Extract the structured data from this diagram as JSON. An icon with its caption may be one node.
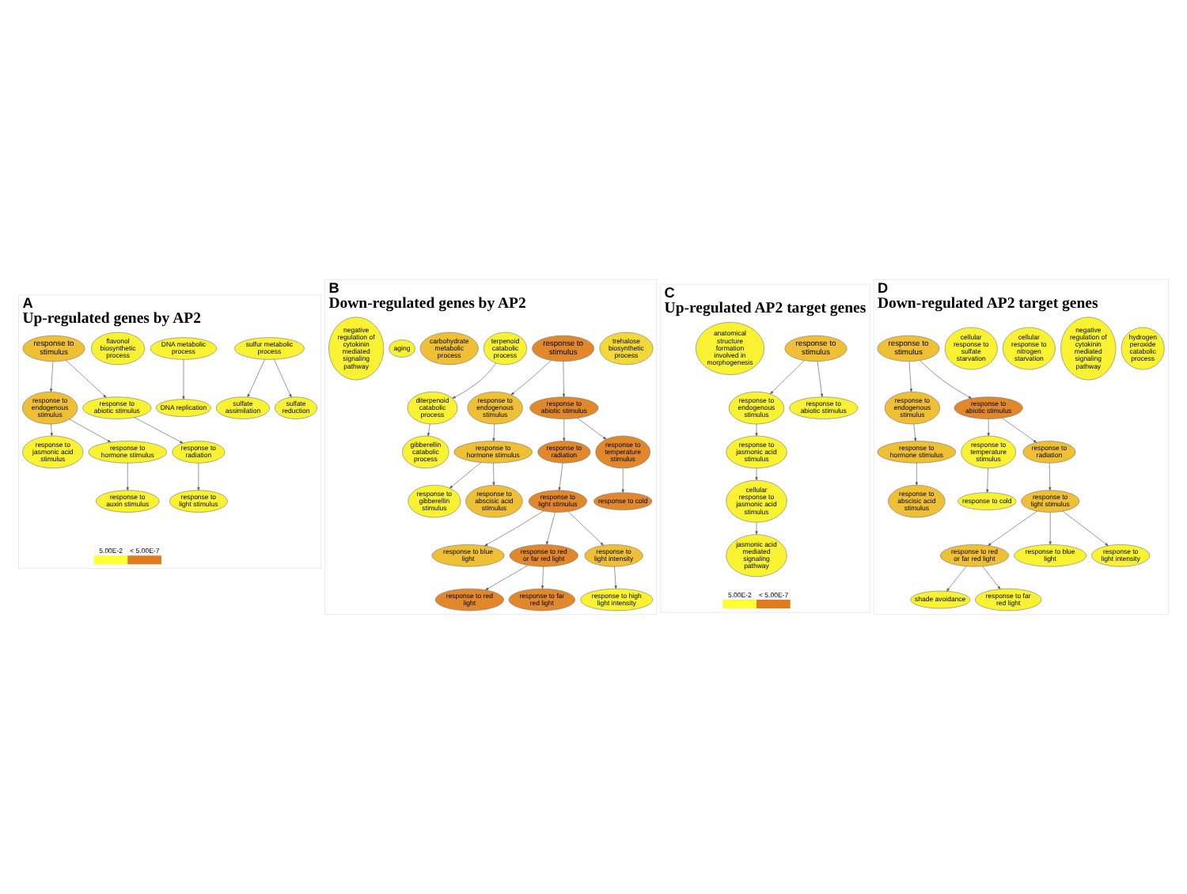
{
  "diagram": {
    "nodes": [
      {
        "text": [
          "A",
          "Up-regulated genes by AP2"
        ]
      },
      {
        "text": [
          "sulfur metabolic process"
        ],
        "in": 0
      },
      {
        "text": [
          "sulfate assimilation"
        ],
        "in": 0
      },
      {
        "text": [
          "sulfate reduction"
        ],
        "in": 0
      },
      {
        "text": [
          "DNA metabolic process"
        ],
        "in": 0
      },
      {
        "text": [
          "DNA replication"
        ],
        "in": 0
      },
      {
        "text": [
          "flavonol biosynthetic process"
        ],
        "in": 0
      },
      {
        "text": [
          "response to stimulus"
        ],
        "in": 0
      },
      {
        "text": [
          "response to endogenous stimulus"
        ],
        "in": 0
      },
      {
        "text": [
          "response to jasmonic acid stimulus"
        ],
        "in": 0
      },
      {
        "text": [
          "response to abiotic stimulus"
        ],
        "in": 0
      },
      {
        "text": [
          "response to radiation"
        ],
        "in": 0
      },
      {
        "text": [
          "response to hormone stimulus"
        ],
        "in": 0
      },
      {
        "text": [
          "response to light stimulus"
        ],
        "in": 0
      },
      {
        "text": [
          "response to auxin stimulus"
        ],
        "in": 0
      },
      {
        "text": [
          "B",
          "Down-regulated genes by AP2"
        ]
      },
      {
        "text": [
          "trehalose biosynthetic process"
        ],
        "in": 15
      },
      {
        "text": [
          "response to stimulus"
        ],
        "in": 15
      },
      {
        "text": [
          "terpenoid catabolic process"
        ],
        "in": 15
      },
      {
        "text": [
          "diterpenoid catabolic process"
        ],
        "in": 15
      },
      {
        "text": [
          "carbohydrate metabolic process"
        ],
        "in": 15
      },
      {
        "text": [
          "response to endogenous stimulus"
        ],
        "in": 15
      },
      {
        "text": [
          "gibberellin catabolic process"
        ],
        "in": 15
      },
      {
        "text": [
          "aging"
        ],
        "in": 15
      },
      {
        "text": [
          "response to abiotic stimulus"
        ],
        "in": 15
      },
      {
        "text": [
          "response to hormone stimulus"
        ],
        "in": 15
      },
      {
        "text": [
          "response to gibberellin stimulus"
        ],
        "in": 15
      },
      {
        "text": [
          "response to radiation"
        ],
        "in": 15
      },
      {
        "text": [
          "response to temperature stimulus"
        ],
        "in": 15
      },
      {
        "text": [
          "response to abscisic acid stimulus"
        ],
        "in": 15
      },
      {
        "text": [
          "response to light stimulus"
        ],
        "in": 15
      },
      {
        "text": [
          "response to cold"
        ],
        "in": 15
      },
      {
        "text": [
          "response to blue light"
        ],
        "in": 15
      },
      {
        "text": [
          "negative regulation of cytokinin mediated signaling pathway"
        ],
        "in": 15
      },
      {
        "text": [
          "response to red or far red light"
        ],
        "in": 15
      },
      {
        "text": [
          "response to light intensity"
        ],
        "in": 15
      },
      {
        "text": [
          "response to red light"
        ],
        "in": 15
      },
      {
        "text": [
          "response to far red light"
        ],
        "in": 15
      },
      {
        "text": [
          "response to high light intensity"
        ],
        "in": 15
      },
      {
        "text": [
          "C",
          "Up-regulated AP2 target genes"
        ]
      },
      {
        "text": [
          "response to endogenous stimulus"
        ],
        "in": 39
      },
      {
        "text": [
          "cellular response to jasmonic acid stimulus"
        ],
        "in": 39
      },
      {
        "text": [
          "response to stimulus"
        ],
        "in": 39
      },
      {
        "text": [
          "response to jasmonic acid stimulus"
        ],
        "in": 39
      },
      {
        "text": [
          "anatomical structure formation involved in morphogenesis"
        ],
        "in": 39
      },
      {
        "text": [
          "response to abiotic stimulus"
        ],
        "in": 39
      },
      {
        "text": [
          "jasmonic acid mediated signaling pathway"
        ],
        "in": 39
      },
      {
        "text": [
          "D",
          "Down-regulated AP2 target genes"
        ]
      },
      {
        "text": [
          "hydrogen peroxide catabolic process"
        ],
        "in": 47
      },
      {
        "text": [
          "response to abscisic acid stimulus"
        ],
        "in": 47
      },
      {
        "text": [
          "negative regulation of cytokinin mediated signaling pathway"
        ],
        "in": 47
      },
      {
        "text": [
          "cellular response to nitrogen starvation"
        ],
        "in": 47
      },
      {
        "text": [
          "response to hormone stimulus"
        ],
        "in": 47
      },
      {
        "text": [
          "shade avoidance"
        ],
        "in": 47
      },
      {
        "text": [
          "cellular response to sulfate starvation"
        ],
        "in": 47
      },
      {
        "text": [
          "response to endogenous stimulus"
        ],
        "in": 47
      },
      {
        "text": [
          "response to cold"
        ],
        "in": 47
      },
      {
        "text": [
          "response to far red light"
        ],
        "in": 47
      },
      {
        "text": [
          "response to red or far red light"
        ],
        "in": 47
      },
      {
        "text": [
          "response to stimulus"
        ],
        "in": 47
      },
      {
        "text": [
          "response to temperature stimulus"
        ],
        "in": 47
      },
      {
        "text": [
          "response to blue light"
        ],
        "in": 47
      },
      {
        "text": [
          "response to light stimulus"
        ],
        "in": 47
      },
      {
        "text": [
          "response to abiotic stimulus"
        ],
        "in": 47
      },
      {
        "text": [
          "response to light intensity"
        ],
        "in": 47
      },
      {
        "text": [
          "response to radiation"
        ],
        "in": 47
      }
    ],
    "edges": [
      {
        "from": 1,
        "to": 2,
        "arrow": "to"
      },
      {
        "from": 1,
        "to": 3,
        "arrow": "to"
      },
      {
        "from": 4,
        "to": 5,
        "arrow": "to"
      },
      {
        "from": 7,
        "to": 8,
        "arrow": "to"
      },
      {
        "from": 8,
        "to": 9,
        "arrow": "to"
      },
      {
        "from": 7,
        "to": 10,
        "arrow": "to"
      },
      {
        "from": 10,
        "to": 11,
        "arrow": "to"
      },
      {
        "from": 11,
        "to": 13,
        "arrow": "to"
      },
      {
        "from": 8,
        "to": 12,
        "arrow": "to"
      },
      {
        "from": 12,
        "to": 14,
        "arrow": "to"
      },
      {
        "from": 17,
        "to": 21,
        "arrow": "to"
      },
      {
        "from": 17,
        "to": 24,
        "arrow": "to"
      },
      {
        "from": 18,
        "to": 19,
        "arrow": "to"
      },
      {
        "from": 19,
        "to": 22,
        "arrow": "to"
      },
      {
        "from": 21,
        "to": 25,
        "arrow": "to"
      },
      {
        "from": 25,
        "to": 26,
        "arrow": "to"
      },
      {
        "from": 25,
        "to": 29,
        "arrow": "to"
      },
      {
        "from": 24,
        "to": 27,
        "arrow": "to"
      },
      {
        "from": 24,
        "to": 28,
        "arrow": "to"
      },
      {
        "from": 28,
        "to": 31,
        "arrow": "to"
      },
      {
        "from": 27,
        "to": 30,
        "arrow": "to"
      },
      {
        "from": 30,
        "to": 32,
        "arrow": "to"
      },
      {
        "from": 30,
        "to": 34,
        "arrow": "to"
      },
      {
        "from": 30,
        "to": 35,
        "arrow": "to"
      },
      {
        "from": 34,
        "to": 36,
        "arrow": "to"
      },
      {
        "from": 34,
        "to": 37,
        "arrow": "to"
      },
      {
        "from": 35,
        "to": 38,
        "arrow": "to"
      },
      {
        "from": 42,
        "to": 40,
        "arrow": "to"
      },
      {
        "from": 40,
        "to": 43,
        "arrow": "to"
      },
      {
        "from": 43,
        "to": 41,
        "arrow": "to"
      },
      {
        "from": 41,
        "to": 46,
        "arrow": "to"
      },
      {
        "from": 42,
        "to": 45,
        "arrow": "to"
      },
      {
        "from": 59,
        "to": 55,
        "arrow": "to"
      },
      {
        "from": 55,
        "to": 52,
        "arrow": "to"
      },
      {
        "from": 52,
        "to": 49,
        "arrow": "to"
      },
      {
        "from": 59,
        "to": 63,
        "arrow": "to"
      },
      {
        "from": 63,
        "to": 60,
        "arrow": "to"
      },
      {
        "from": 60,
        "to": 56,
        "arrow": "to"
      },
      {
        "from": 63,
        "to": 65,
        "arrow": "to"
      },
      {
        "from": 65,
        "to": 62,
        "arrow": "to"
      },
      {
        "from": 62,
        "to": 58,
        "arrow": "to"
      },
      {
        "from": 62,
        "to": 61,
        "arrow": "to"
      },
      {
        "from": 62,
        "to": 64,
        "arrow": "to"
      },
      {
        "from": 58,
        "to": 53,
        "arrow": "to"
      },
      {
        "from": 58,
        "to": 57,
        "arrow": "to"
      }
    ],
    "legend": [
      {
        "text": "5.00E-2",
        "color": "#ffff33"
      },
      {
        "text": "< 5.00E-7",
        "color": "#e07b1e"
      },
      {
        "text": "5.00E-2",
        "color": "#ffff33"
      },
      {
        "text": "< 5.00E-7",
        "color": "#e07b1e"
      }
    ]
  }
}
